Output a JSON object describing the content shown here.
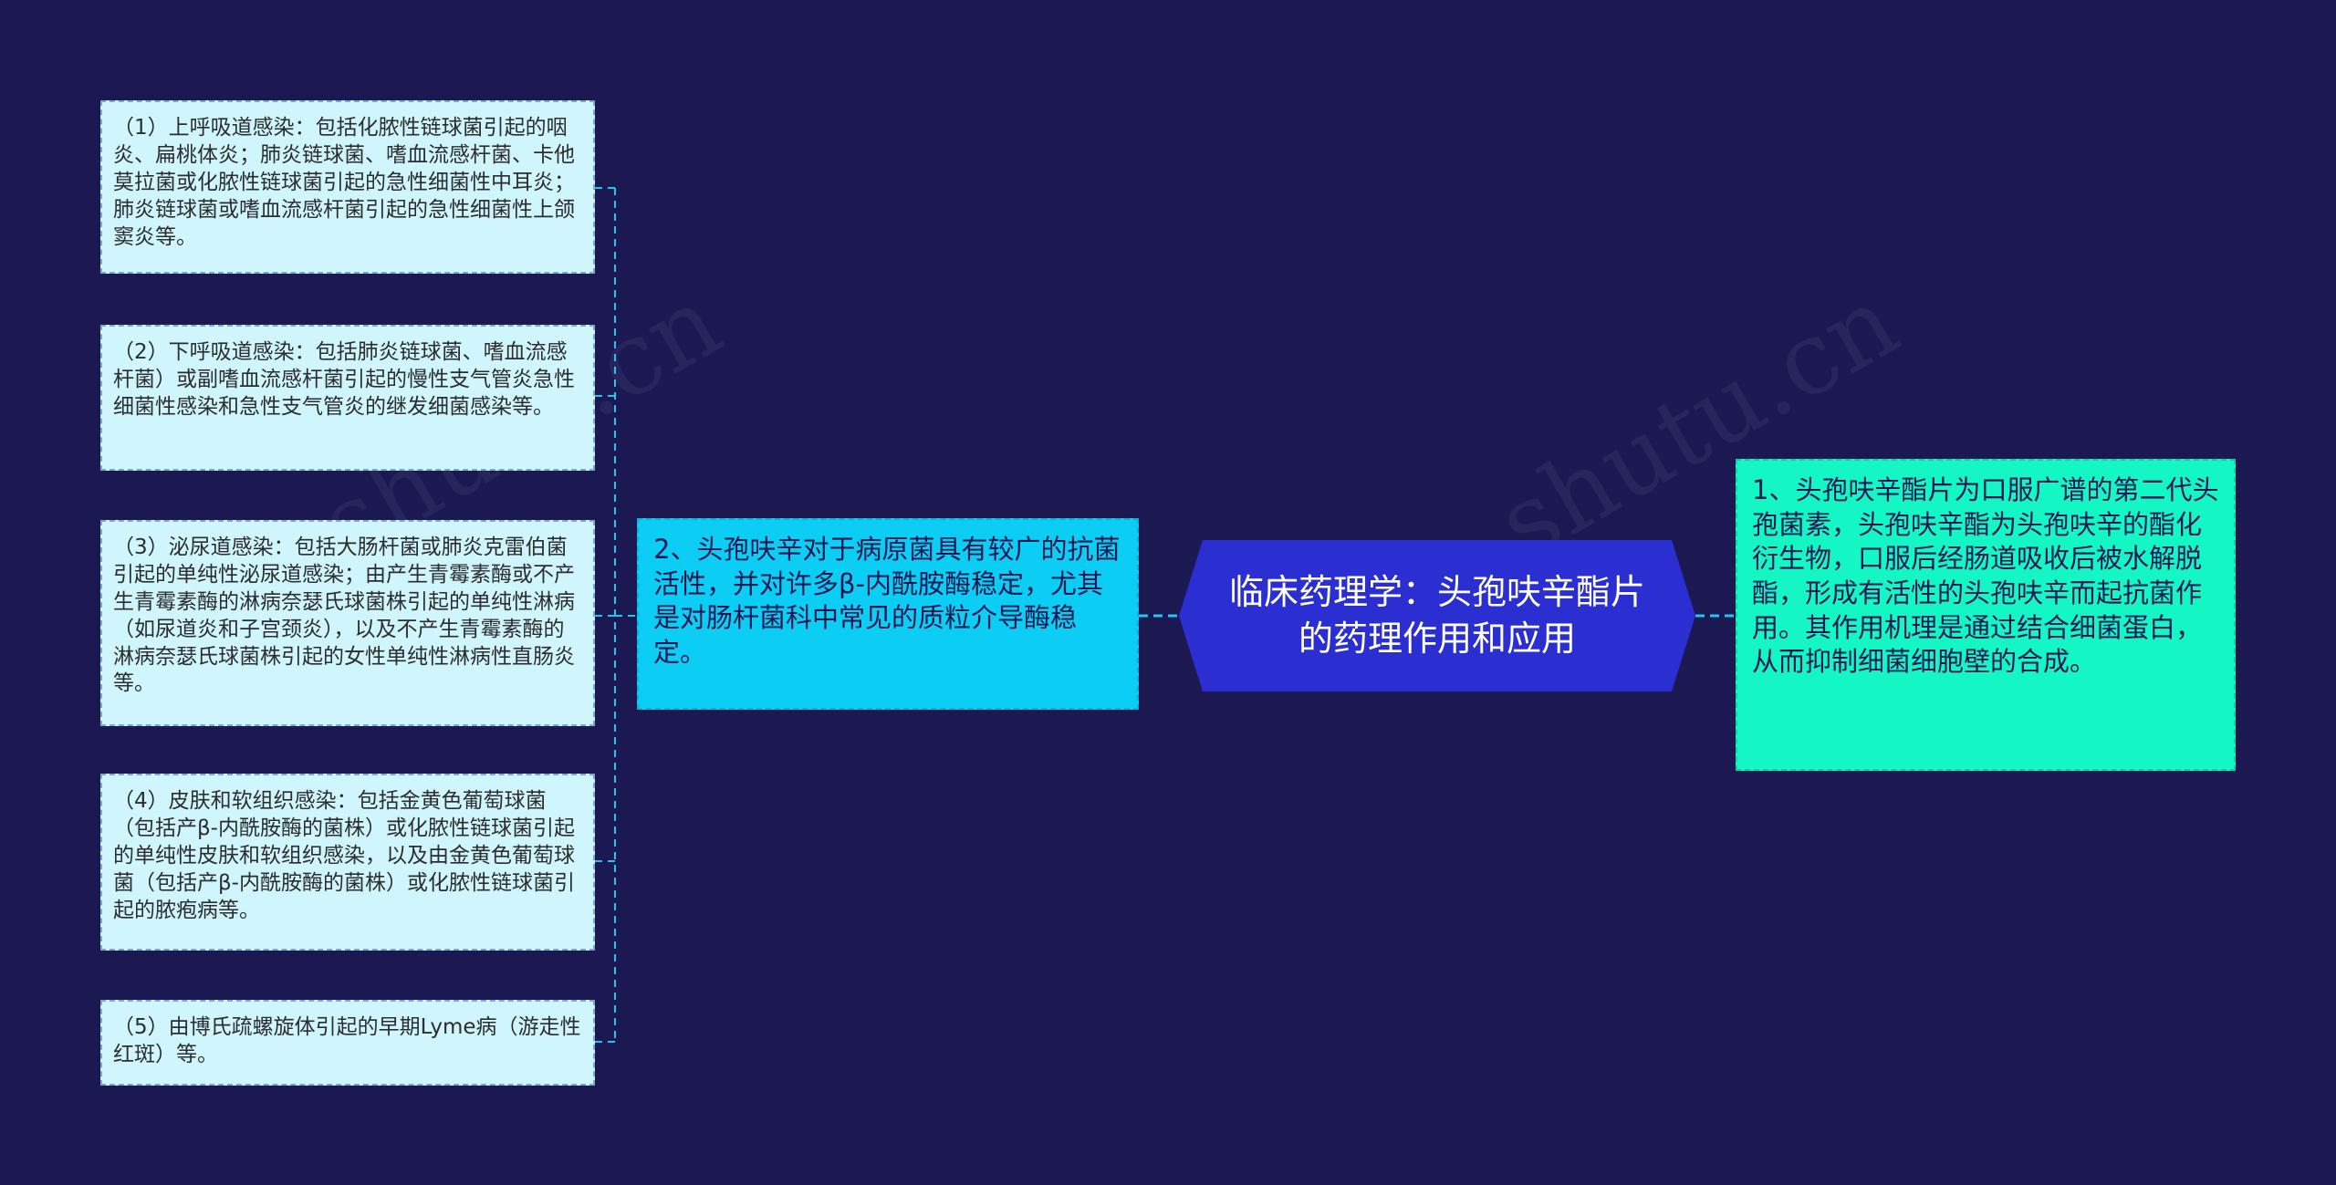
{
  "center": {
    "title": "临床药理学：头孢呋辛酯片的药理作用和应用"
  },
  "right_branch": {
    "text": "1、头孢呋辛酯片为口服广谱的第二代头孢菌素，头孢呋辛酯为头孢呋辛的酯化衍生物，口服后经肠道吸收后被水解脱酯，形成有活性的头孢呋辛而起抗菌作用。其作用机理是通过结合细菌蛋白，从而抑制细菌细胞壁的合成。"
  },
  "left_branch": {
    "text": "2、头孢呋辛对于病原菌具有较广的抗菌活性，并对许多β-内酰胺酶稳定，尤其是对肠杆菌科中常见的质粒介导酶稳定。"
  },
  "leaves": [
    {
      "text": "（1）上呼吸道感染：包括化脓性链球菌引起的咽炎、扁桃体炎；肺炎链球菌、嗜血流感杆菌、卡他莫拉菌或化脓性链球菌引起的急性细菌性中耳炎；肺炎链球菌或嗜血流感杆菌引起的急性细菌性上颌窦炎等。"
    },
    {
      "text": "（2）下呼吸道感染：包括肺炎链球菌、嗜血流感杆菌）或副嗜血流感杆菌引起的慢性支气管炎急性细菌性感染和急性支气管炎的继发细菌感染等。"
    },
    {
      "text": "（3）泌尿道感染：包括大肠杆菌或肺炎克雷伯菌引起的单纯性泌尿道感染；由产生青霉素酶或不产生青霉素酶的淋病奈瑟氏球菌株引起的单纯性淋病（如尿道炎和子宫颈炎），以及不产生青霉素酶的淋病奈瑟氏球菌株引起的女性单纯性淋病性直肠炎等。"
    },
    {
      "text": "（4）皮肤和软组织感染：包括金黄色葡萄球菌（包括产β-内酰胺酶的菌株）或化脓性链球菌引起的单纯性皮肤和软组织感染，以及由金黄色葡萄球菌（包括产β-内酰胺酶的菌株）或化脓性链球菌引起的脓疱病等。"
    },
    {
      "text": "（5）由博氏疏螺旋体引起的早期Lyme病（游走性红斑）等。"
    }
  ],
  "colors": {
    "background": "#1b1852",
    "center_fill": "#2b2fd1",
    "left_branch_fill": "#0ccdf4",
    "right_branch_fill": "#14f7c5",
    "leaf_fill": "#cff5fd",
    "connector": "#1ec8f0"
  }
}
